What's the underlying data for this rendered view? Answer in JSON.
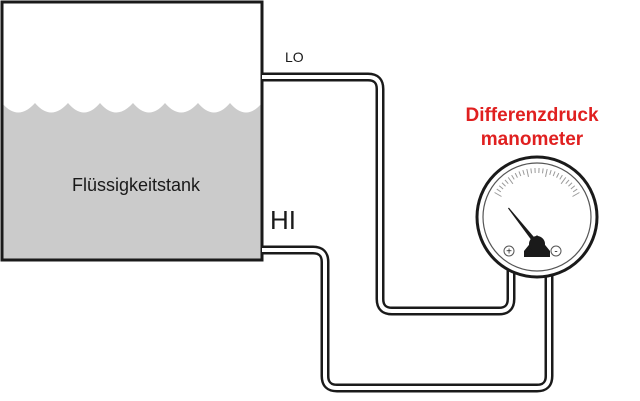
{
  "tank": {
    "label": "Flüssigkeitstank",
    "liquid_color": "#cbcbcb",
    "wall_color": "#1a1a1a"
  },
  "ports": {
    "lo_label": "LO",
    "hi_label": "HI"
  },
  "gauge": {
    "title_line1": "Differenzdruck",
    "title_line2": "manometer",
    "title_color": "#e02020",
    "plus_label": "+",
    "minus_label": "-",
    "needle_value_fraction": 0.18
  }
}
